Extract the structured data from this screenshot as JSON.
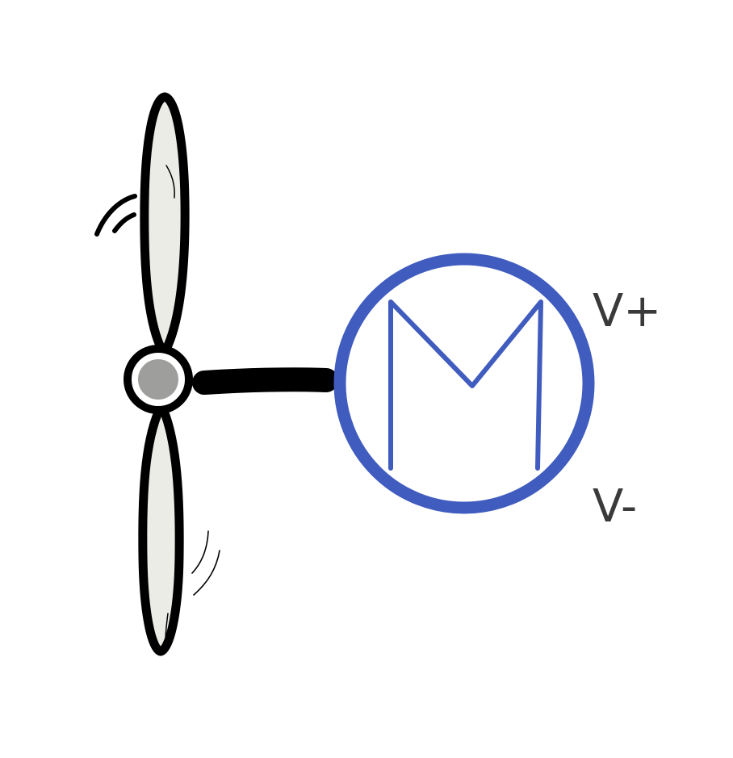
{
  "diagram": {
    "motor": {
      "symbol_letter": "M",
      "terminal_positive": "V+",
      "terminal_negative": "V-"
    },
    "colors": {
      "motor_stroke": "#3f5cbe",
      "blade_fill": "#ecece6",
      "hub_fill": "#9e9e9c",
      "outline": "#000000",
      "label_text": "#3a3a3a",
      "background": "#ffffff"
    },
    "icons": {
      "propeller": "propeller-icon",
      "shaft": "shaft-line",
      "motor": "motor-symbol"
    }
  }
}
